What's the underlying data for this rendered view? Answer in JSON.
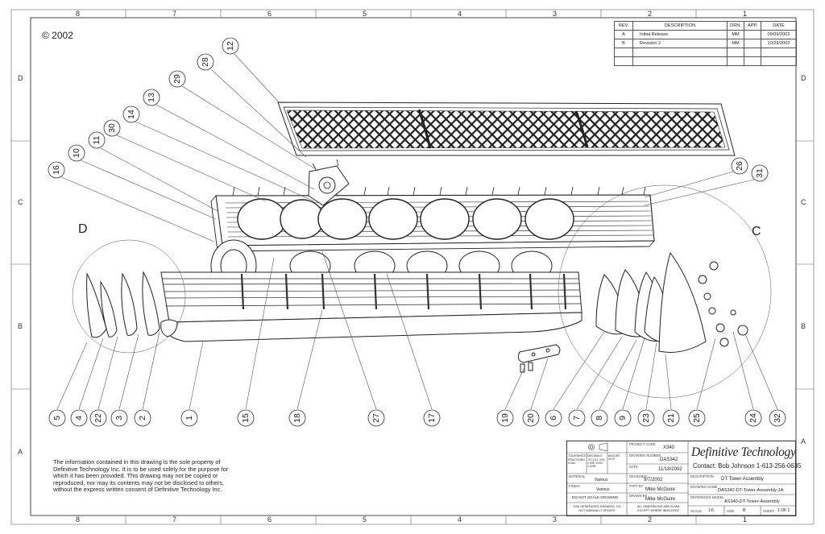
{
  "copyright": "© 2002",
  "zones": {
    "columns": [
      "8",
      "7",
      "6",
      "5",
      "4",
      "3",
      "2",
      "1"
    ],
    "rows": [
      "D",
      "C",
      "B",
      "A"
    ]
  },
  "detail_labels": {
    "left": "D",
    "right": "C"
  },
  "revisions": {
    "headers": [
      "REV.",
      "DESCRIPTION",
      "DRN.",
      "APP.",
      "DATE"
    ],
    "rows": [
      {
        "rev": "A",
        "description": "Initial Release",
        "drn": "MM",
        "app": "",
        "date": "09/09/2002"
      },
      {
        "rev": "B",
        "description": "Revision 2",
        "drn": "MM",
        "app": "",
        "date": "10/29/2002"
      }
    ]
  },
  "callouts": [
    "12",
    "28",
    "29",
    "13",
    "14",
    "30",
    "11",
    "10",
    "16",
    "26",
    "31",
    "5",
    "4",
    "22",
    "3",
    "2",
    "1",
    "15",
    "18",
    "27",
    "17",
    "19",
    "20",
    "6",
    "7",
    "8",
    "9",
    "23",
    "21",
    "25",
    "24",
    "32"
  ],
  "disclaimer": "The information contained in this drawing is the sole property of Definitive Technology Inc. It is to be used solely for the purpose for which it has been provided. This drawing may not be copied or reproduced, nor may its contents may not be disclosed to others, without the express written consent of Definitive Technology Inc.",
  "title_block": {
    "tolerances_label": "TOLERANCES",
    "fractions_label": "FRACTIONS ±1/64",
    "decimals_label": "DECIMALS",
    "decimals_values": ".XX ±.01  .XXX ±.005  .XXXX ±.0025",
    "angles_label": "ANGLES ±0.5°",
    "project_code_label": "PROJECT CODE",
    "project_code": "X340",
    "drawing_number_label": "DRAWING NUMBER",
    "drawing_number": "DAS342",
    "date_label": "DATE",
    "date": "11/18/2002",
    "material_label": "MATERIAL",
    "material": "Various",
    "designed_label": "DESIGNED",
    "designed": "9/7/2002",
    "finish_label": "FINISH",
    "finish": "Various",
    "part_by_label": "PART BY",
    "part_by": "Mike McGuire",
    "drawn_by_label": "DRAWN BY",
    "drawn_by": "Mike McGuire",
    "no_scale": "DO NOT SCALE DRAWING",
    "cad_note": "CAD GENERATED DRAWING, DO NOT MANUALLY UPDATE",
    "dims_note": "ALL DIMENSIONS ARE IN MM EXCEPT WHERE INDICATED",
    "brand": "Definitive Technology",
    "contact": "Contact: Bob Johnson   1-613-256-0635",
    "description_label": "DESCRIPTION",
    "description": "DT Tower Assembly",
    "drawing_name_label": "DRAWING NAME",
    "drawing_name": "DAS342-DT-Tower-Assembly-1A",
    "reference_model_label": "REFERENCE MODEL",
    "reference_model": "AS340-DT-Tower-Assembly",
    "scale_label": "SCALE",
    "scale": "1:6",
    "size_label": "SIZE",
    "size": "B",
    "sheet_label": "SHEET",
    "sheet": "1 OF 1"
  }
}
